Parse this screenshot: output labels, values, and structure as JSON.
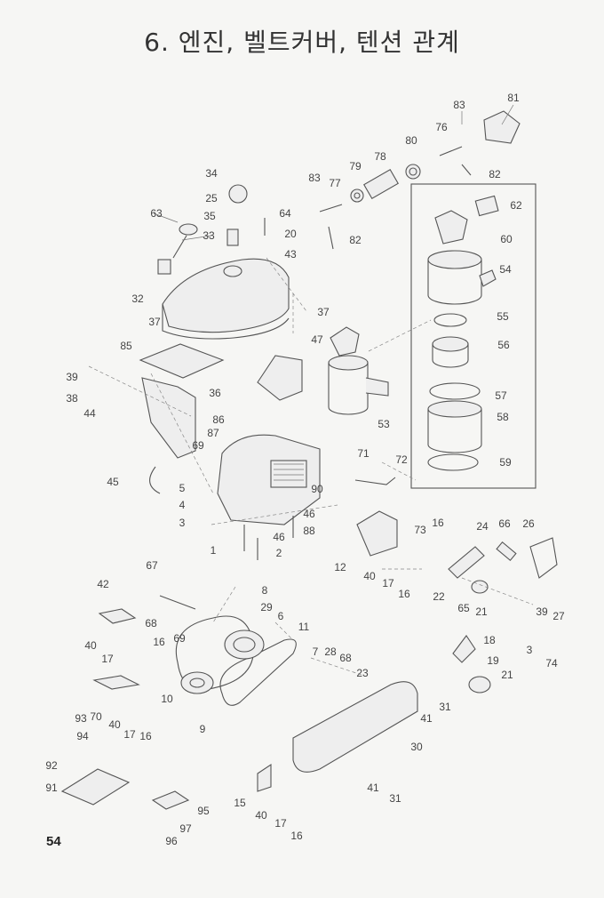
{
  "title": "6. 엔진, 벨트커버, 텐션 관계",
  "page_number": "54",
  "labels": [
    "83",
    "81",
    "76",
    "82",
    "80",
    "79",
    "78",
    "83",
    "77",
    "34",
    "25",
    "35",
    "64",
    "63",
    "33",
    "20",
    "82",
    "62",
    "60",
    "43",
    "54",
    "32",
    "37",
    "55",
    "37",
    "47",
    "85",
    "56",
    "39",
    "36",
    "38",
    "57",
    "44",
    "86",
    "58",
    "53",
    "87",
    "69",
    "71",
    "72",
    "59",
    "45",
    "5",
    "90",
    "4",
    "46",
    "3",
    "16",
    "73",
    "88",
    "24",
    "66",
    "26",
    "1",
    "46",
    "2",
    "12",
    "40",
    "17",
    "67",
    "16",
    "22",
    "65",
    "21",
    "27",
    "42",
    "8",
    "39",
    "29",
    "68",
    "6",
    "69",
    "11",
    "40",
    "16",
    "17",
    "18",
    "3",
    "74",
    "7",
    "28",
    "68",
    "19",
    "21",
    "23",
    "10",
    "70",
    "40",
    "17",
    "16",
    "9",
    "41",
    "31",
    "93",
    "94",
    "30",
    "92",
    "91",
    "41",
    "31",
    "15",
    "95",
    "40",
    "17",
    "97",
    "16",
    "96"
  ]
}
